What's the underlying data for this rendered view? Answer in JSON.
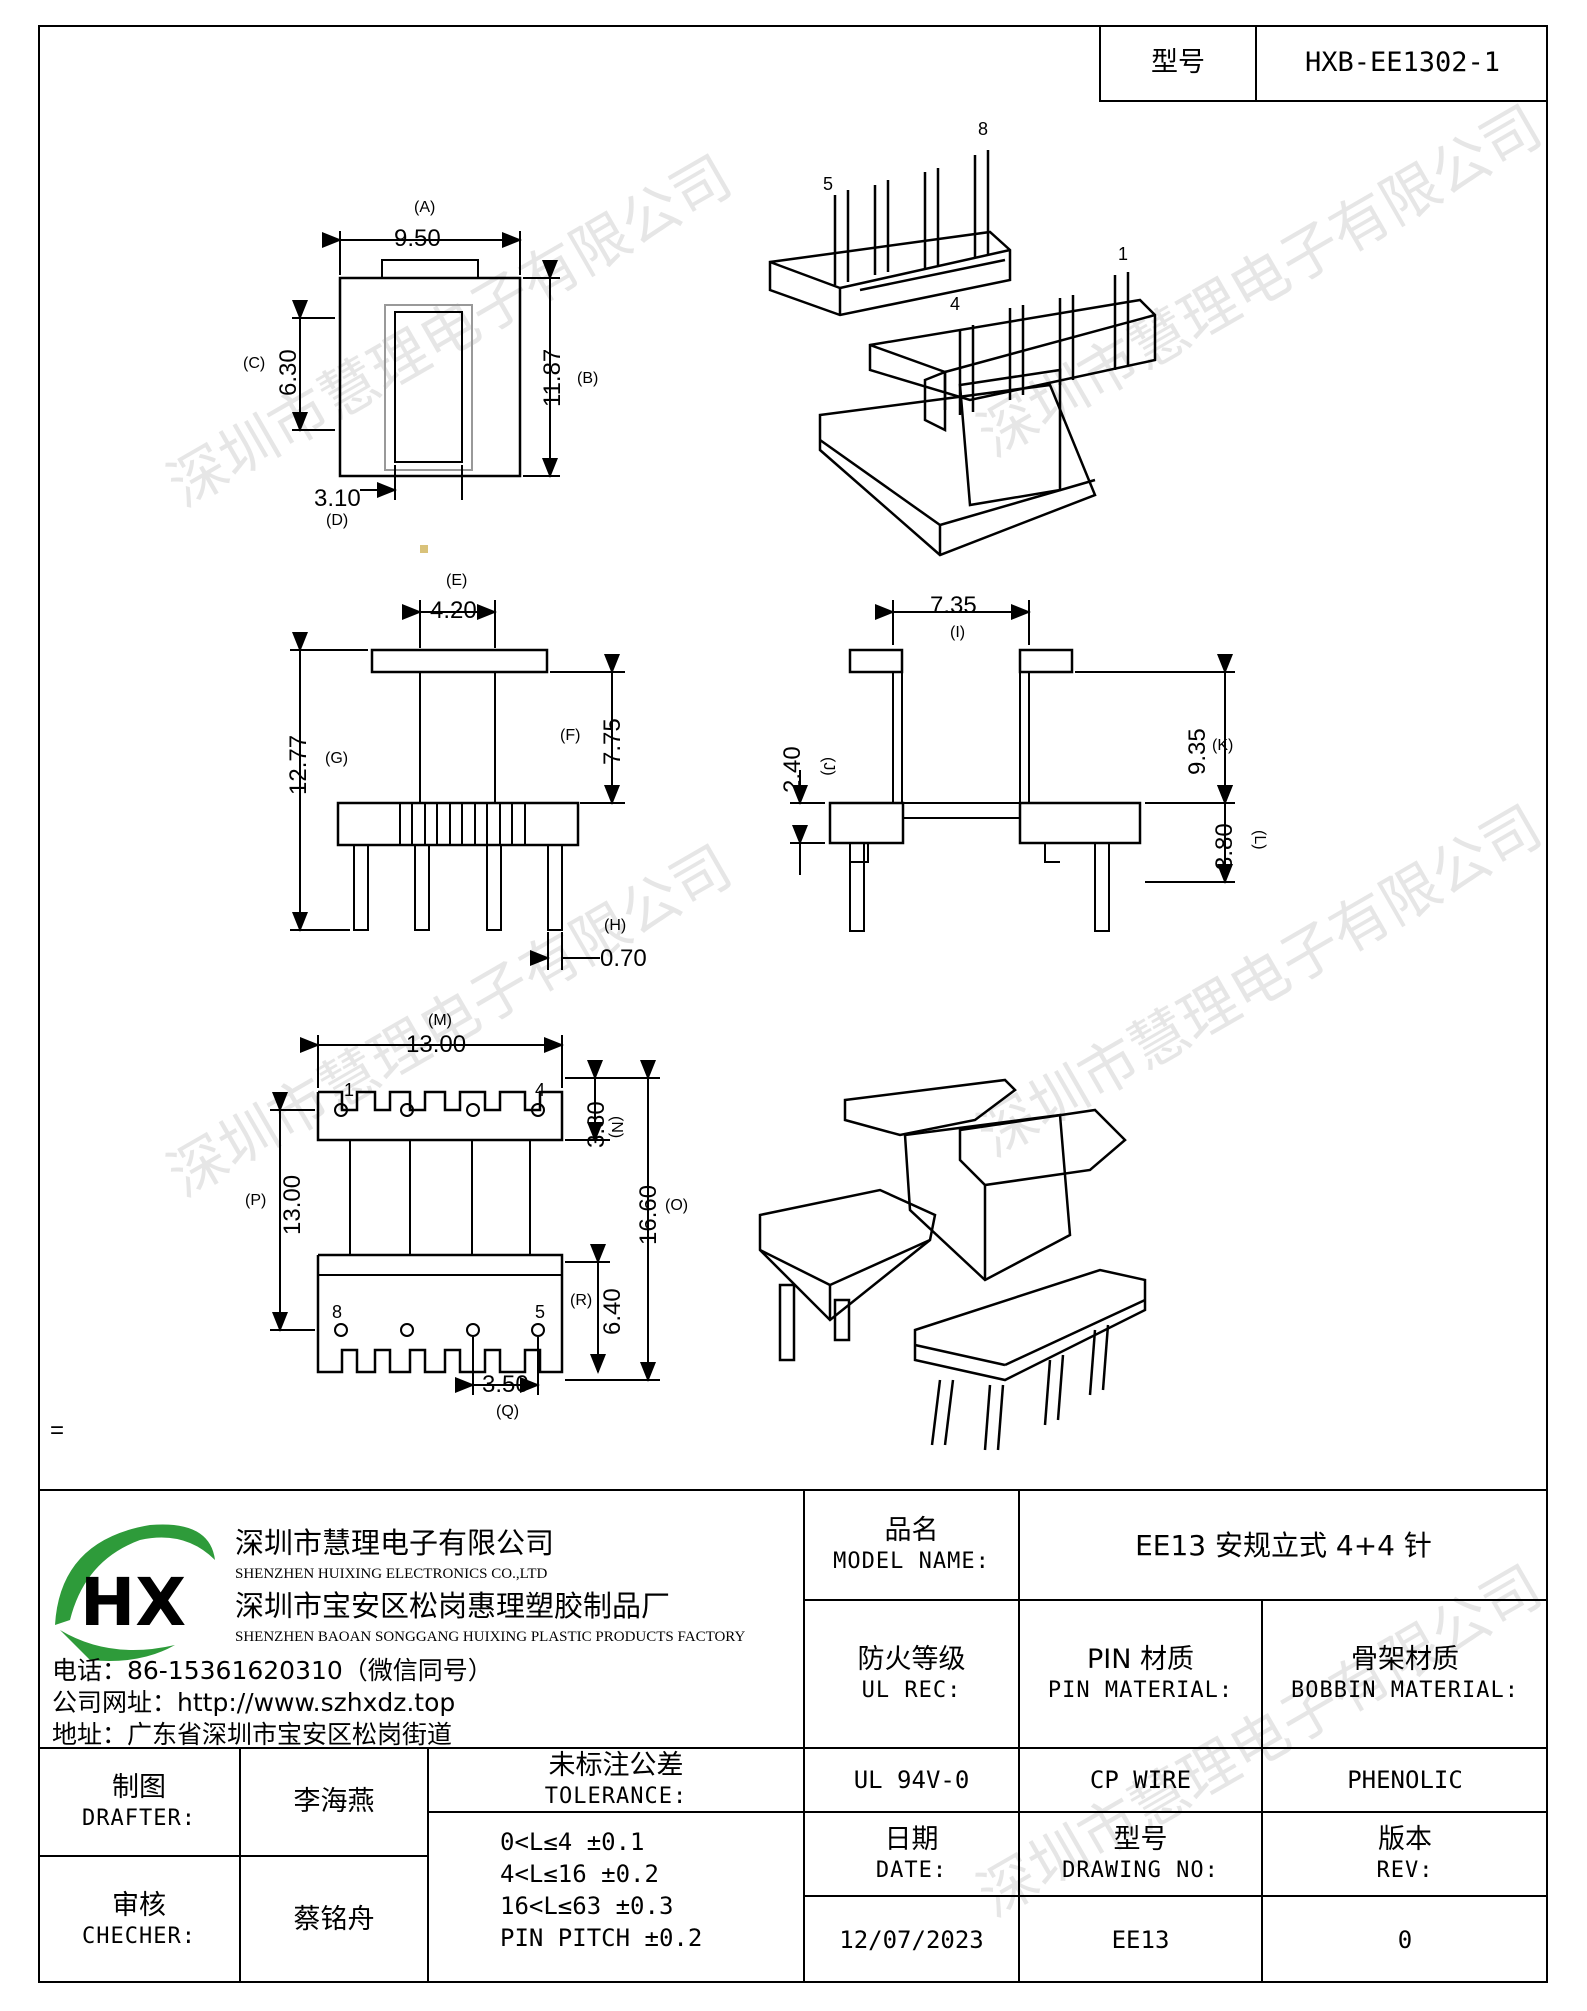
{
  "header": {
    "model_label": "型号",
    "model_value": "HXB-EE1302-1"
  },
  "dimensions": {
    "A": "(A)",
    "A_val": "9.50",
    "B": "(B)",
    "B_val": "11.87",
    "C": "(C)",
    "C_val": "6.30",
    "D": "(D)",
    "D_val": "3.10",
    "E": "(E)",
    "E_val": "4.20",
    "F": "(F)",
    "F_val": "7.75",
    "G": "(G)",
    "G_val": "12.77",
    "H": "(H)",
    "H_val": "0.70",
    "I": "(I)",
    "I_val": "7.35",
    "J": "(J)",
    "J_val": "2.40",
    "K": "(K)",
    "K_val": "9.35",
    "L": "(L)",
    "L_val": "3.80",
    "M": "(M)",
    "M_val": "13.00",
    "N": "(N)",
    "N_val": "3.80",
    "O": "(O)",
    "O_val": "16.60",
    "P": "(P)",
    "P_val": "13.00",
    "R": "(R)",
    "R_val": "6.40",
    "Q": "(Q)",
    "Q_val": "3.50"
  },
  "pins": {
    "p1": "1",
    "p4": "4",
    "p5": "5",
    "p8": "8"
  },
  "stray_mark": "=",
  "company": {
    "name_cn": "深圳市慧理电子有限公司",
    "name_en": "SHENZHEN HUIXING ELECTRONICS CO.,LTD",
    "factory_cn": "深圳市宝安区松岗惠理塑胶制品厂",
    "factory_en": "SHENZHEN BAOAN SONGGANG HUIXING PLASTIC PRODUCTS FACTORY",
    "phone": "电话：86-15361620310（微信同号）",
    "website": "公司网址：http://www.szhxdz.top",
    "address": "地址：广东省深圳市宝安区松岗街道",
    "logo_text": "HX",
    "logo_colors": {
      "green": "#2e9b3a",
      "yellow": "#e8c21a"
    }
  },
  "titleblock": {
    "model_name_cn": "品名",
    "model_name_en": "MODEL NAME:",
    "model_name_value": "EE13 安规立式 4+4 针",
    "ul_cn": "防火等级",
    "ul_en": "UL REC:",
    "pin_cn": "PIN 材质",
    "pin_en": "PIN MATERIAL:",
    "bobbin_cn": "骨架材质",
    "bobbin_en": "BOBBIN MATERIAL:",
    "ul_value": "UL 94V-0",
    "pin_value": "CP WIRE",
    "bobbin_value": "PHENOLIC",
    "drafter_cn": "制图",
    "drafter_en": "DRAFTER:",
    "drafter_name": "李海燕",
    "checker_cn": "审核",
    "checker_en": "CHECHER:",
    "checker_name": "蔡铭舟",
    "tolerance_cn": "未标注公差",
    "tolerance_en": "TOLERANCE:",
    "tolerance_lines": [
      "0<L≤4  ±0.1",
      "4<L≤16 ±0.2",
      "16<L≤63 ±0.3",
      "PIN PITCH ±0.2"
    ],
    "date_cn": "日期",
    "date_en": "DATE:",
    "date_value": "12/07/2023",
    "drawing_cn": "型号",
    "drawing_en": "DRAWING NO:",
    "drawing_value": "EE13",
    "rev_cn": "版本",
    "rev_en": "REV:",
    "rev_value": "0"
  },
  "watermark": "深圳市慧理电子有限公司"
}
